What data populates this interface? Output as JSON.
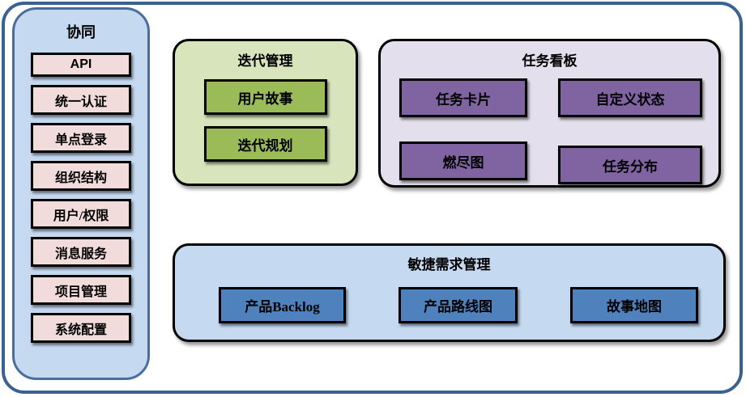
{
  "diagram": {
    "sidebar": {
      "title": "协同",
      "items": [
        "API",
        "统一认证",
        "单点登录",
        "组织结构",
        "用户/权限",
        "消息服务",
        "项目管理",
        "系统配置"
      ]
    },
    "iteration": {
      "title": "迭代管理",
      "items": [
        "用户故事",
        "迭代规划"
      ]
    },
    "kanban": {
      "title": "任务看板",
      "items": [
        "任务卡片",
        "自定义状态",
        "燃尽图",
        "任务分布"
      ]
    },
    "agile": {
      "title": "敏捷需求管理",
      "items": [
        "产品Backlog",
        "产品路线图",
        "故事地图"
      ]
    },
    "colors": {
      "frame_border": "#3A6191",
      "panel_blue_fill": "#C5D9F1",
      "sidebar_border": "#4A6D9B",
      "item_pink": "#F2DCDB",
      "panel_green_fill": "#D8E4BC",
      "item_green": "#9BBB59",
      "panel_purple_fill": "#E4DFEC",
      "item_purple": "#8064A2",
      "item_blue": "#4F81BD",
      "item_border": "#000000"
    }
  }
}
